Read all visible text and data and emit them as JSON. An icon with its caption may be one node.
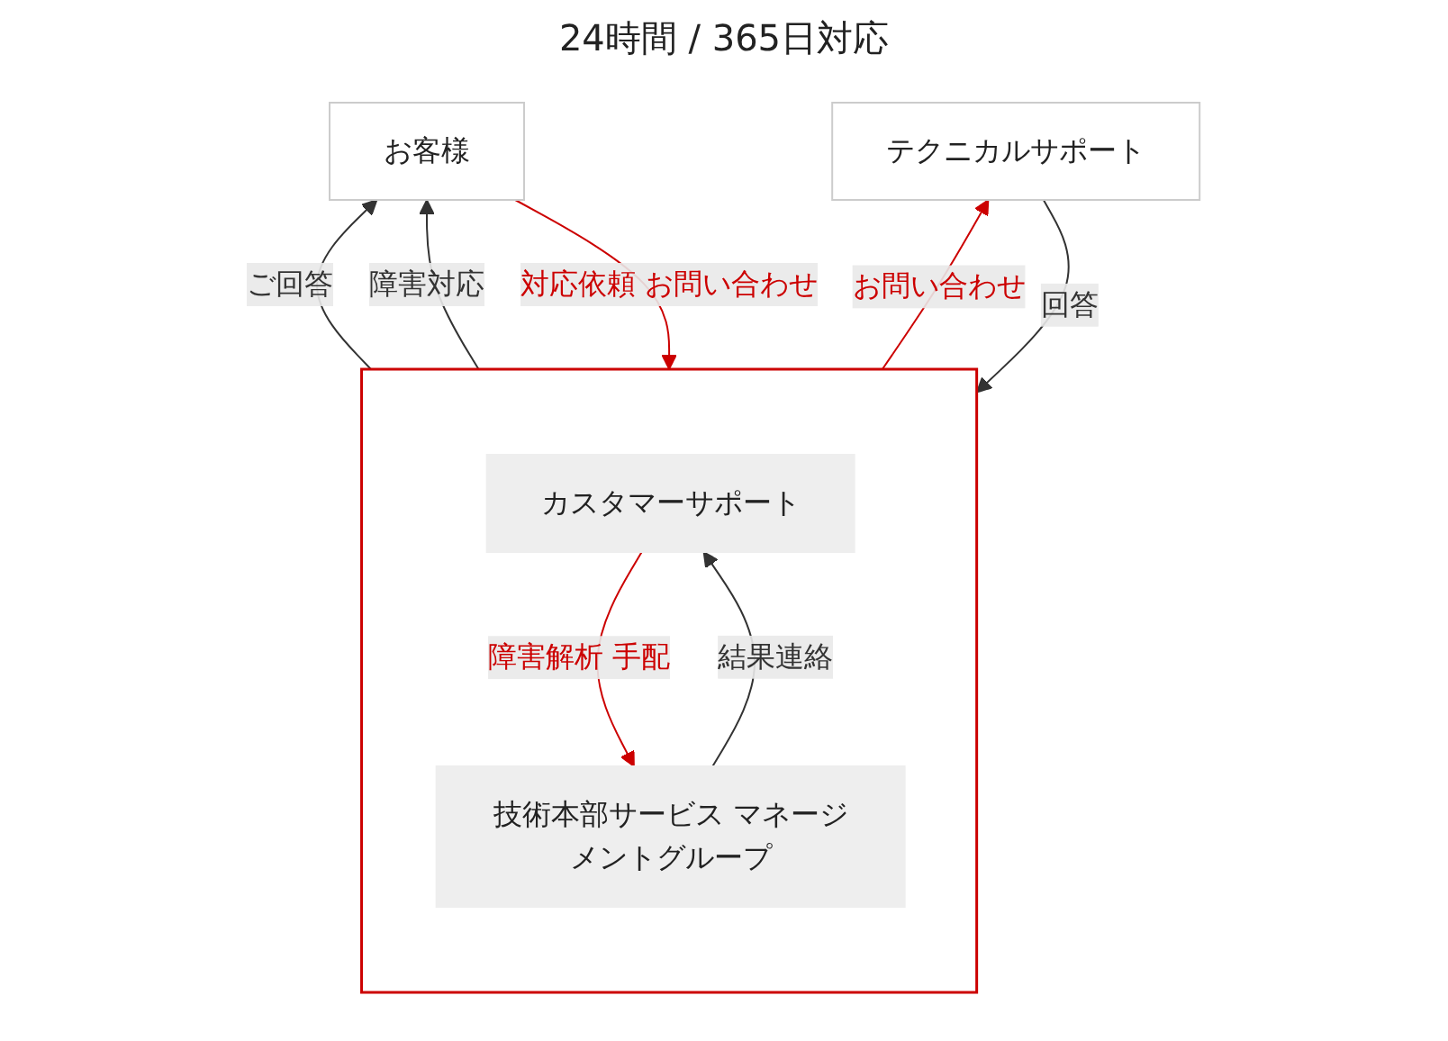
{
  "diagram": {
    "title": "24時間 / 365日対応",
    "nodes": [
      {
        "text": [
          "お客様"
        ]
      },
      {
        "text": [],
        "shape": "box"
      },
      {
        "text": [
          "カスタマーサポート"
        ],
        "in": 1
      },
      {
        "text": [
          "技術本部サービス マネージメントグループ"
        ],
        "in": 1
      },
      {
        "text": [
          "テクニカルサポート"
        ]
      }
    ],
    "edges": [
      {
        "from": 0,
        "to": 1,
        "arrow": "to",
        "label": "対応依頼 お問い合わせ",
        "color": "#cc0000"
      },
      {
        "from": 1,
        "to": 0,
        "arrow": "to",
        "label": "ご回答"
      },
      {
        "from": 1,
        "to": 0,
        "arrow": "to",
        "label": "障害対応"
      },
      {
        "from": 2,
        "to": 3,
        "arrow": "to",
        "label": "障害解析 手配",
        "color": "#cc0000"
      },
      {
        "from": 3,
        "to": 2,
        "arrow": "to",
        "label": "結果連絡"
      },
      {
        "from": 1,
        "to": 4,
        "arrow": "to",
        "label": "お問い合わせ",
        "color": "#cc0000"
      },
      {
        "from": 4,
        "to": 1,
        "arrow": "to",
        "label": "回答"
      }
    ]
  }
}
